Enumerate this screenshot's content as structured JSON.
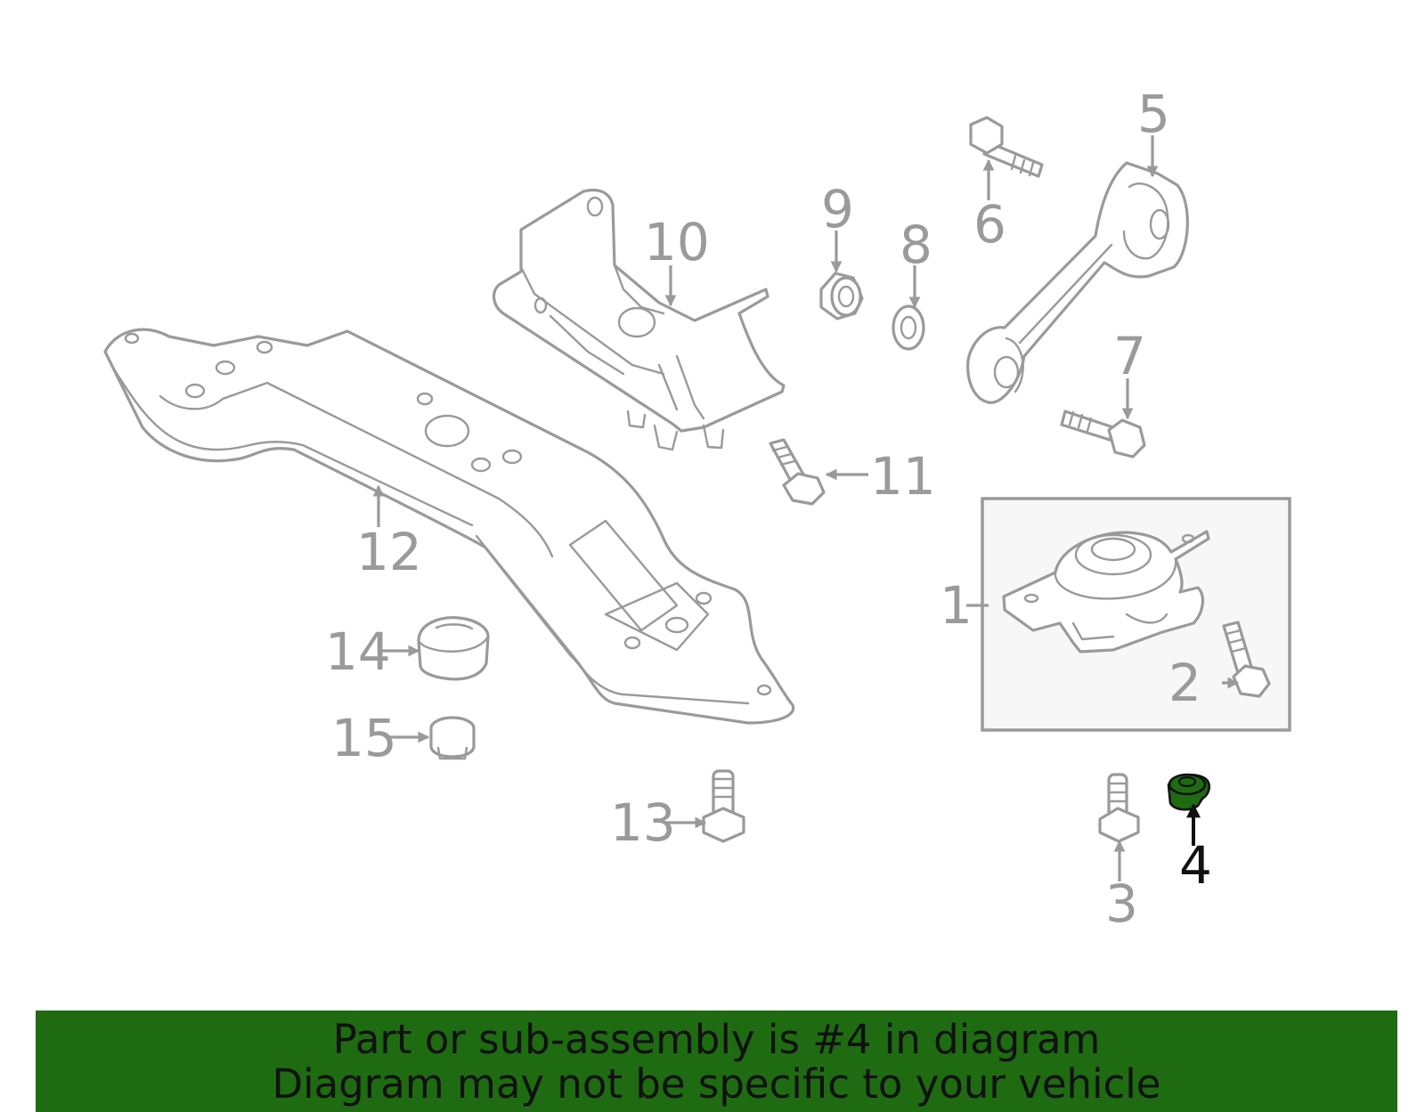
{
  "diagram": {
    "callouts": {
      "c1": "1",
      "c2": "2",
      "c3": "3",
      "c4": "4",
      "c5": "5",
      "c6": "6",
      "c7": "7",
      "c8": "8",
      "c9": "9",
      "c10": "10",
      "c11": "11",
      "c12": "12",
      "c13": "13",
      "c14": "14",
      "c15": "15"
    },
    "highlighted_part": "4",
    "highlight_color": "#1e6b12",
    "line_color": "#9a9a9a"
  },
  "banner": {
    "line1": "Part or sub-assembly is #4 in diagram",
    "line2": "Diagram may not be specific to your vehicle",
    "background": "#1e6b12"
  }
}
